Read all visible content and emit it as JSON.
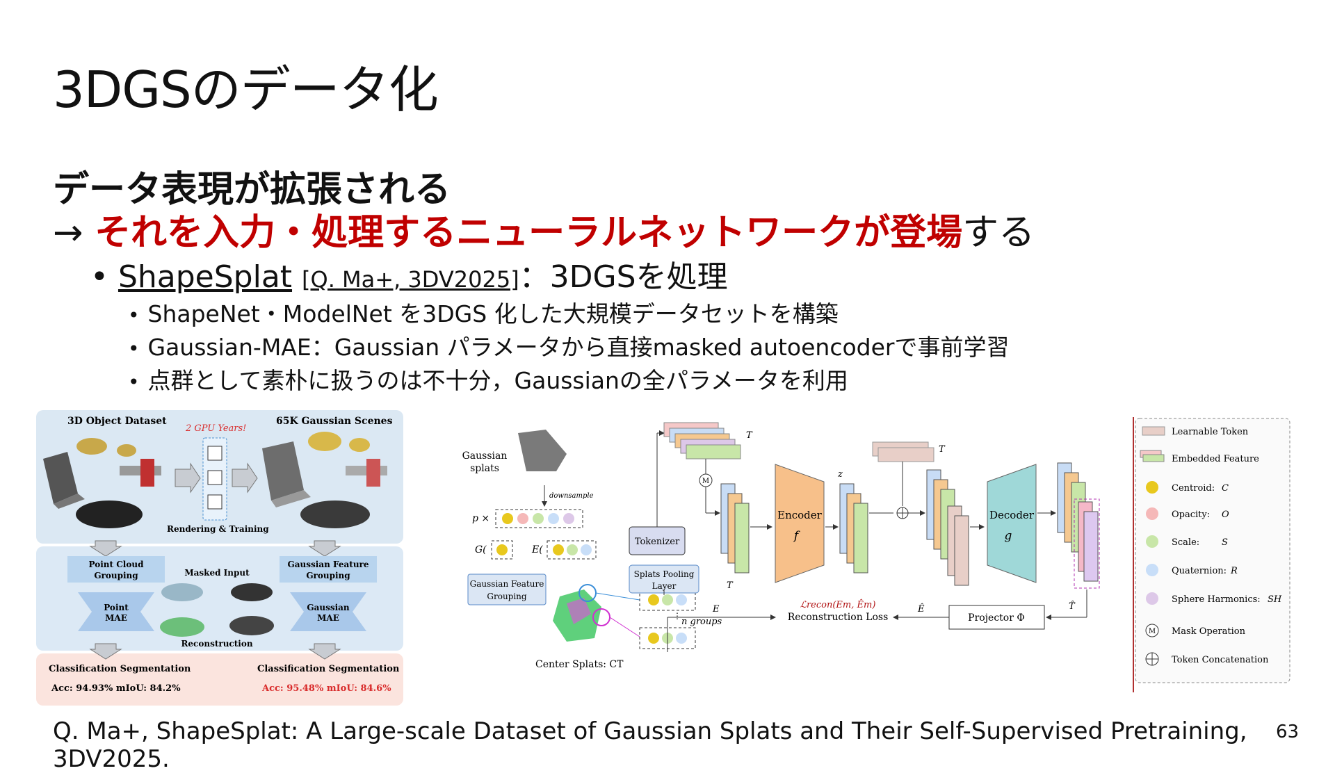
{
  "slide": {
    "title": "3DGSのデータ化",
    "headline1": "データ表現が拡張される",
    "headline2_arrow": "→ ",
    "headline2_red": "それを入力・処理するニューラルネットワークが登場",
    "headline2_tail": "する",
    "bullet_main": {
      "marker": "•",
      "name": "ShapeSplat",
      "cite": "[Q. Ma+, 3DV2025]",
      "rest": "：3DGSを処理"
    },
    "sub_bullets": [
      "ShapeNet・ModelNet を3DGS 化した大規模データセットを構築",
      "Gaussian-MAE：Gaussian パラメータから直接masked autoencoderで事前学習",
      "点群として素朴に扱うのは不十分，Gaussianの全パラメータを利用"
    ],
    "footer": "Q. Ma+, ShapeSplat: A Large-scale Dataset of Gaussian Splats and Their Self-Supervised Pretraining, 3DV2025.",
    "page_number": "63"
  },
  "figure_left": {
    "dataset_label": "3D Object Dataset",
    "gpu_label": "2 GPU Years!",
    "scenes_label": "65K Gaussian Scenes",
    "render_label": "Rendering & Training",
    "pc_grouping": [
      "Point Cloud",
      "Grouping"
    ],
    "gf_grouping": [
      "Gaussian Feature",
      "Grouping"
    ],
    "masked_input": "Masked Input",
    "point_mae": [
      "Point",
      "MAE"
    ],
    "gaussian_mae": [
      "Gaussian",
      "MAE"
    ],
    "reconstruction": "Reconstruction",
    "cls_seg_left": "Classification  Segmentation",
    "cls_seg_right": "Classification  Segmentation",
    "acc_left": "Acc: 94.93%  mIoU: 84.2%",
    "acc_right": "Acc: 95.48%  mIoU: 84.6%",
    "colors": {
      "top_bg": "#dbe8f3",
      "mid_bg": "#dce9f5",
      "bottom_bg": "#fbe4de",
      "red": "#d92b2b"
    }
  },
  "figure_right": {
    "gaussian_splats": [
      "Gaussian",
      "splats"
    ],
    "downsample": "downsample",
    "p_times": "p ×",
    "g_label": "G(",
    "e_label": "E(",
    "gf_grouping": [
      "Gaussian Feature",
      "Grouping"
    ],
    "tokenizer": "Tokenizer",
    "pooling": [
      "Splats Pooling",
      "Layer"
    ],
    "n_groups": "n groups",
    "center_splats": "Center Splats:  CT",
    "T": "T",
    "Tl": "T",
    "Tv": "T",
    "encoder": "Encoder",
    "f_theta": "f",
    "z": "z",
    "decoder": "Decoder",
    "g_phi": "g",
    "Tm_hat": "T̂",
    "Em": "E",
    "Em_hat": "Ê",
    "recon_formula": "ℒrecon(Em, Êm)",
    "recon_loss": "Reconstruction Loss",
    "projector": "Projector  Φ",
    "legend": [
      {
        "label": "Learnable Token",
        "sym": ""
      },
      {
        "label": "Embedded Feature",
        "sym": ""
      },
      {
        "label": "Centroid:",
        "sym": "C"
      },
      {
        "label": "Opacity:",
        "sym": "O"
      },
      {
        "label": "Scale:",
        "sym": "S"
      },
      {
        "label": "Quaternion:",
        "sym": "R"
      },
      {
        "label": "Sphere Harmonics:",
        "sym": "SH"
      },
      {
        "label": "Mask Operation",
        "sym": ""
      },
      {
        "label": "Token Concatenation",
        "sym": ""
      }
    ],
    "colors": {
      "centroid": "#e8c81e",
      "opacity": "#f5b8b8",
      "scale": "#c8e6a8",
      "quaternion": "#c8def8",
      "sh": "#ddc8e8",
      "encoder": "#f7c08a",
      "decoder": "#9fd8d8",
      "token": "#e8cfc8",
      "box": "#dbe6f4"
    }
  }
}
